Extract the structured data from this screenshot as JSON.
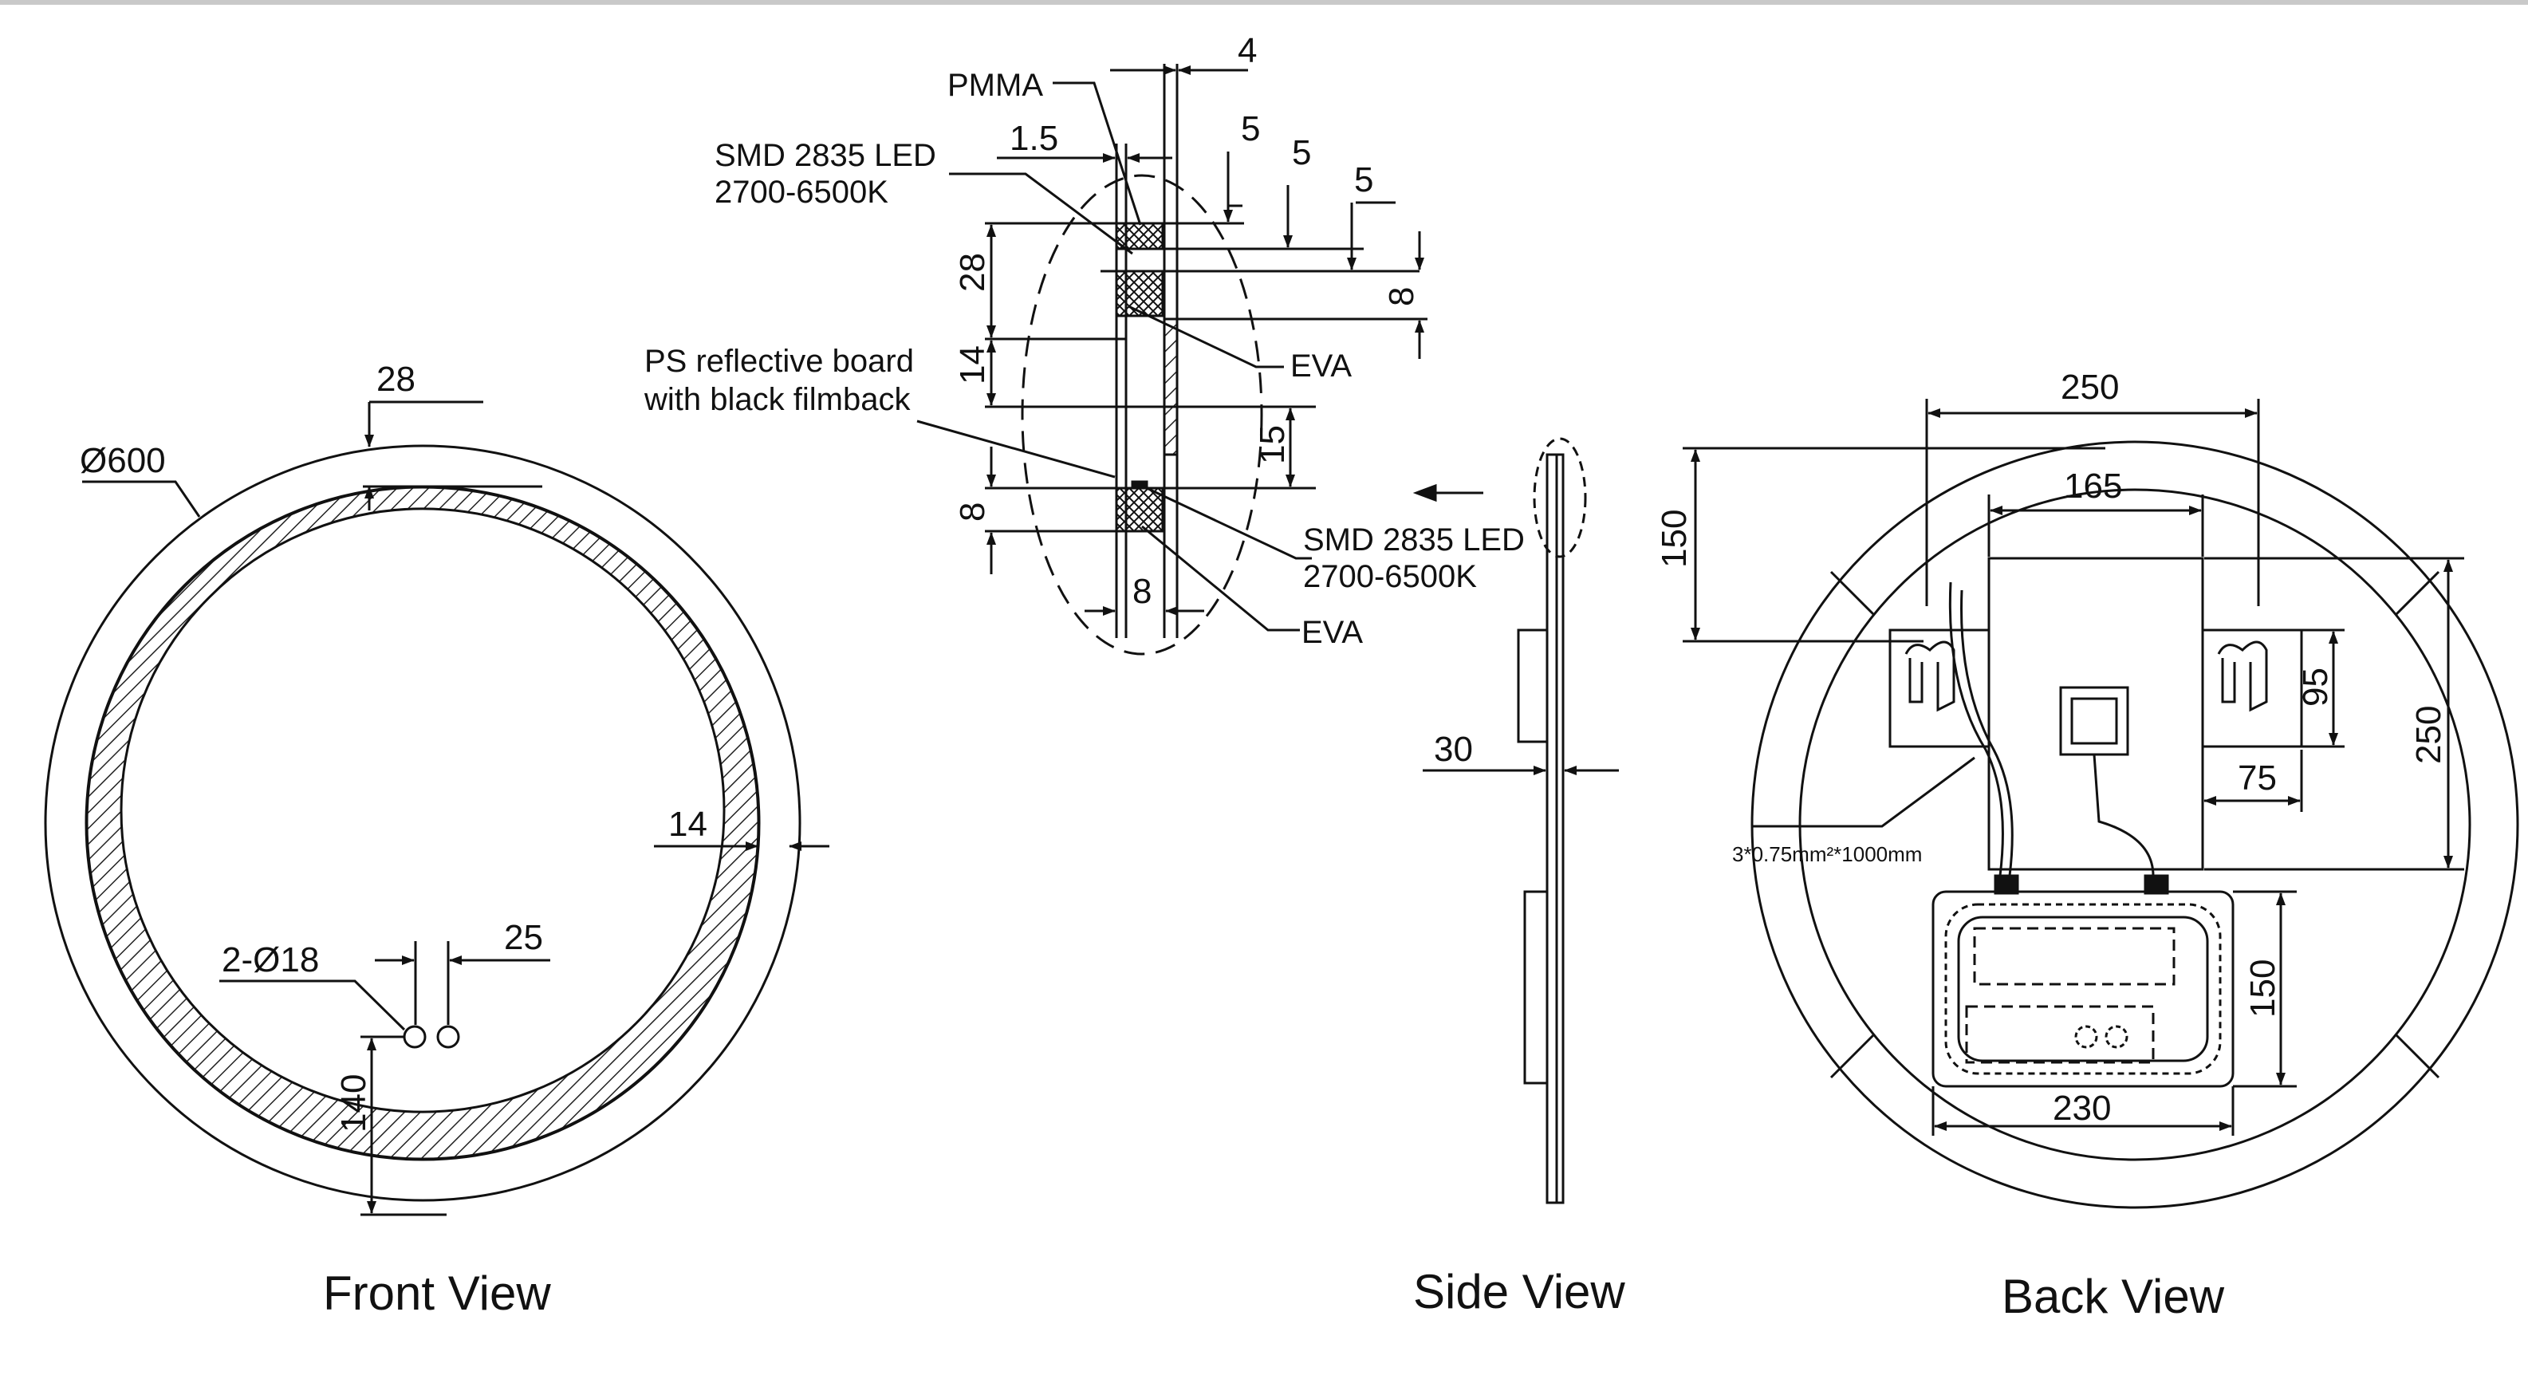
{
  "views": {
    "front": {
      "title": "Front View",
      "dims": {
        "diameter": "Ø600",
        "ring": "28",
        "band": "14",
        "holes": "2-Ø18",
        "hole_spacing": "25",
        "hole_height": "140"
      }
    },
    "section": {
      "labels": {
        "pmma": "PMMA",
        "led_top_1": "SMD 2835 LED",
        "led_top_2": "2700-6500K",
        "ps_1": "PS reflective board",
        "ps_2": "with black filmback",
        "eva_top": "EVA",
        "led_bot_1": "SMD 2835 LED",
        "led_bot_2": "2700-6500K",
        "eva_bot": "EVA"
      },
      "dims": {
        "d4": "4",
        "d1_5": "1.5",
        "d5a": "5",
        "d5b": "5",
        "d5c": "5",
        "d28": "28",
        "d8r": "8",
        "d14": "14",
        "d15": "15",
        "d8l": "8",
        "d8b": "8"
      }
    },
    "side": {
      "title": "Side View",
      "dims": {
        "thickness": "30"
      }
    },
    "back": {
      "title": "Back View",
      "dims": {
        "w250": "250",
        "w165": "165",
        "h150": "150",
        "h95": "95",
        "w75": "75",
        "h250": "250",
        "h150b": "150",
        "w230": "230"
      },
      "cable": "3*0.75mm²*1000mm"
    }
  }
}
